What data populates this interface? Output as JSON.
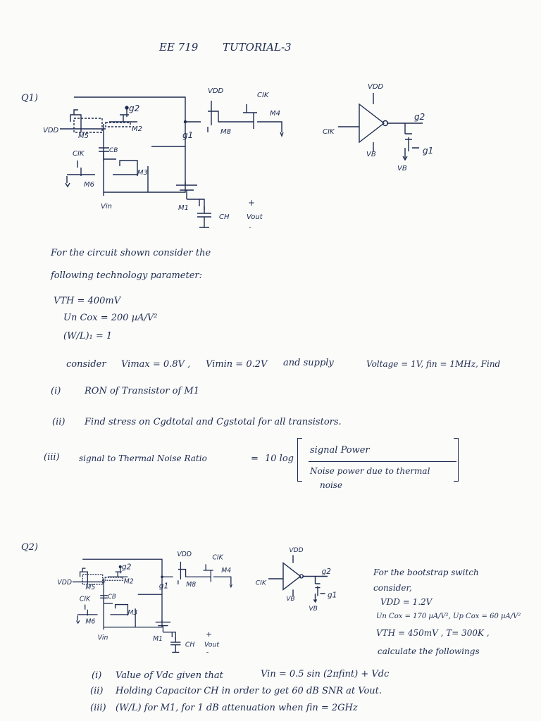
{
  "header": {
    "course": "EE 719",
    "title": "TUTORIAL-3"
  },
  "q1": {
    "label": "Q1)",
    "circuit": {
      "vdd": "VDD",
      "g2": "g2",
      "m2": "M2",
      "m5": "M5",
      "cb": "CB",
      "clk_bar": "CIK",
      "m3": "M3",
      "m6": "M6",
      "vin": "Vin",
      "m1": "M1",
      "g1": "g1",
      "vdd_top": "VDD",
      "clk_bar_top": "CIK",
      "m4": "M4",
      "m8": "M8",
      "ch": "CH",
      "plus": "+",
      "vout": "Vout",
      "minus": "-"
    },
    "inverter": {
      "vdd": "VDD",
      "clk": "CIK",
      "g2": "g2",
      "vb": "VB",
      "vb2": "VB",
      "g1": "g1"
    },
    "intro1": "For the circuit shown consider the",
    "intro2": "following technology parameter:",
    "param_vth": "VTH = 400mV",
    "param_un": "Un Cox = 200 µA/V²",
    "param_wl": "(W/L)₁ = 1",
    "consider": "consider",
    "vimax": "Vimax = 0.8V ,",
    "vimin": "Vimin = 0.2V",
    "and_supply": "and supply",
    "voltage": "Voltage = 1V, fin = 1MHz, Find",
    "i_num": "(i)",
    "i_text": "RON of Transistor of M1",
    "ii_num": "(ii)",
    "ii_text": "Find stress on Cgdtotal and Cgstotal for all transistors.",
    "iii_num": "(iii)",
    "iii_text": "signal to Thermal Noise Ratio",
    "equals": "=",
    "formula_log": "10 log",
    "formula_num": "signal Power",
    "formula_den1": "Noise power due to thermal",
    "formula_den2": "noise"
  },
  "q2": {
    "label": "Q2)",
    "circuit": {
      "vdd": "VDD",
      "g2": "g2",
      "m2": "M2",
      "m5": "M5",
      "cb": "CB",
      "clk_bar": "CIK",
      "m3": "M3",
      "m6": "M6",
      "vin": "Vin",
      "m1": "M1",
      "g1": "g1",
      "vdd_top": "VDD",
      "clk_bar_top": "CIK",
      "m4": "M4",
      "m8": "M8",
      "ch": "CH",
      "plus": "+",
      "vout": "Vout",
      "minus": "-"
    },
    "inverter": {
      "vdd": "VDD",
      "clk": "CIK",
      "g2": "g2",
      "vb": "VB",
      "vb2": "VB",
      "g1": "g1"
    },
    "params": {
      "line1": "For the bootstrap switch",
      "line2": "consider,",
      "line3": "VDD = 1.2V",
      "line4": "Un Cox = 170 µA/V², Up Cox = 60 µA/V²",
      "line5": "VTH = 450mV , T= 300K ,",
      "line6": "calculate the followings"
    },
    "i_num": "(i)",
    "i_text": "Value of Vdc given that",
    "i_expr": "Vin = 0.5 sin (2πfint) + Vdc",
    "ii_num": "(ii)",
    "ii_text": "Holding Capacitor CH in order to get 60 dB SNR at Vout.",
    "iii_num": "(iii)",
    "iii_text": "(W/L) for M1, for 1 dB attenuation when fin = 2GHz"
  }
}
